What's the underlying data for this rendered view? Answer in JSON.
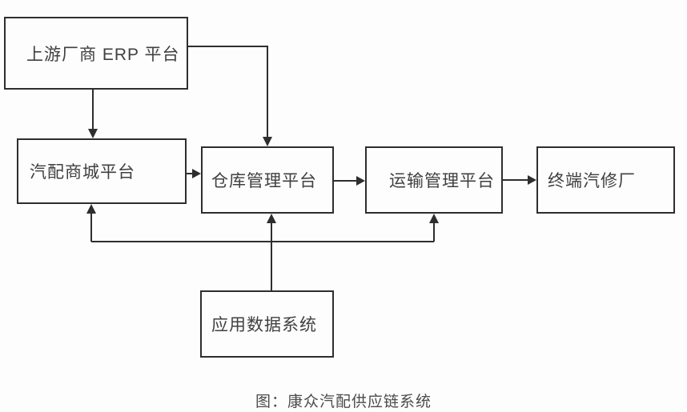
{
  "diagram": {
    "caption": "图：康众汽配供应链系统",
    "nodes": [
      {
        "id": "erp",
        "label": "上游厂商 ERP 平台"
      },
      {
        "id": "mall",
        "label": "汽配商城平台"
      },
      {
        "id": "warehouse",
        "label": "仓库管理平台"
      },
      {
        "id": "transport",
        "label": "运输管理平台"
      },
      {
        "id": "terminal",
        "label": "终端汽修厂"
      },
      {
        "id": "data",
        "label": "应用数据系统"
      }
    ],
    "edges": [
      {
        "from": "上游厂商 ERP 平台",
        "to": "汽配商城平台"
      },
      {
        "from": "上游厂商 ERP 平台",
        "to": "仓库管理平台"
      },
      {
        "from": "汽配商城平台",
        "to": "仓库管理平台"
      },
      {
        "from": "仓库管理平台",
        "to": "运输管理平台"
      },
      {
        "from": "运输管理平台",
        "to": "终端汽修厂"
      },
      {
        "from": "应用数据系统",
        "to": "汽配商城平台"
      },
      {
        "from": "应用数据系统",
        "to": "仓库管理平台"
      },
      {
        "from": "应用数据系统",
        "to": "运输管理平台"
      }
    ],
    "colors": {
      "line": "#2e2e2e",
      "text": "#404040",
      "background": "#fdfdfd"
    }
  }
}
